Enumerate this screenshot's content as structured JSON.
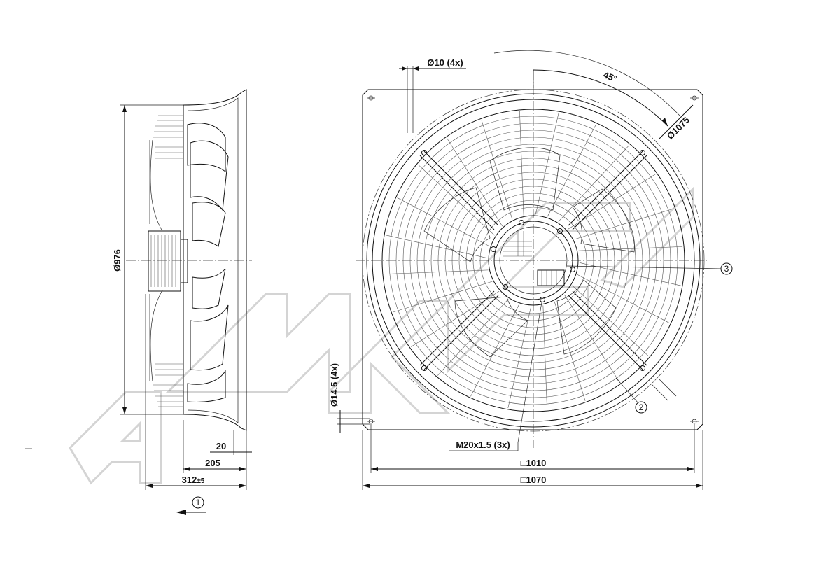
{
  "side_view": {
    "dia_976": "Ø976",
    "dim_20": "20",
    "dim_205": "205",
    "dim_312": "312",
    "dim_312_tol": "±5",
    "callout_1": "1"
  },
  "front_view": {
    "hole_dia": "Ø10 (4x)",
    "angle": "45°",
    "bolt_circle": "Ø1075",
    "callout_3": "3",
    "callout_2": "2",
    "slot": "Ø14.5 (4x)",
    "thread": "M20x1.5 (3x)",
    "dim_1010": "□1010",
    "dim_1070": "□1070"
  },
  "watermark": "AHK"
}
